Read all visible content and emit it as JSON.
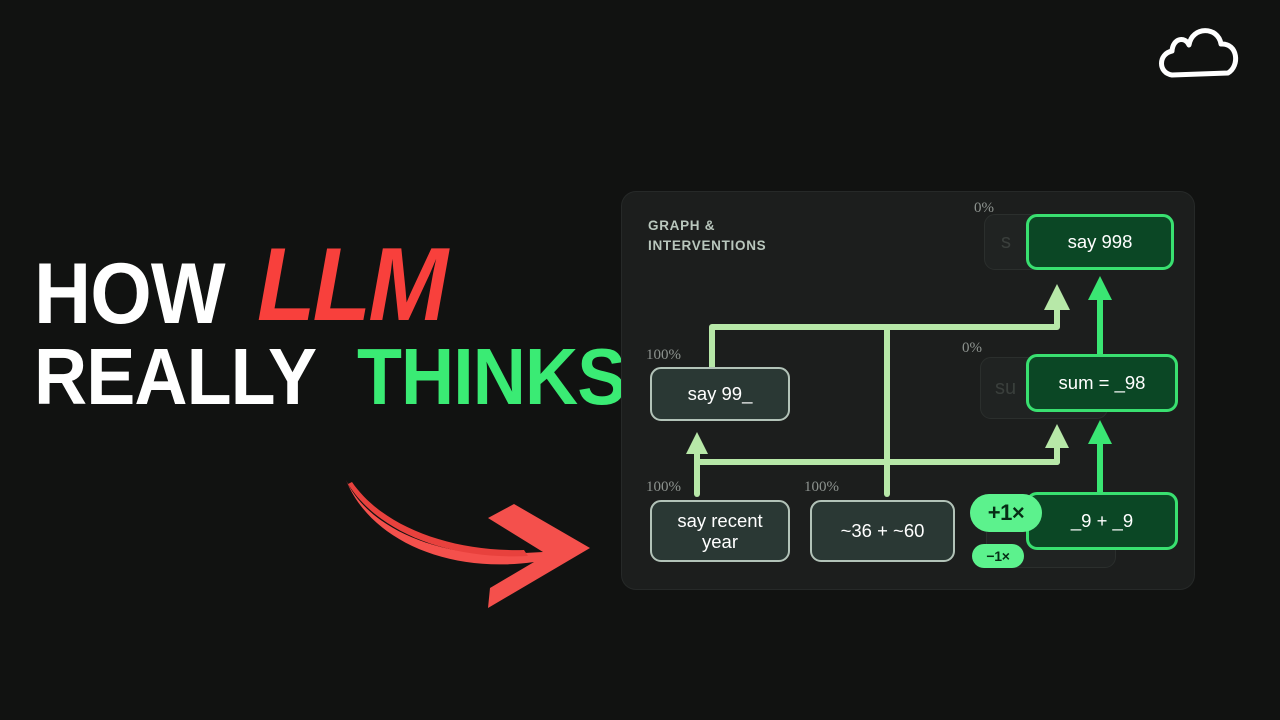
{
  "logo": {
    "icon": "cloud-icon"
  },
  "title": {
    "line1_word1": "HOW",
    "line1_word2": "LLM",
    "line2_word1": "REALLY",
    "line2_word2": "THINKS",
    "colors": {
      "white": "#ffffff",
      "red": "#f8403c",
      "green": "#3aeb74"
    }
  },
  "arrow": {
    "icon": "curved-arrow-icon",
    "color": "#f4504c"
  },
  "panel": {
    "title": "GRAPH &\nINTERVENTIONS",
    "background": "#1c1e1d",
    "edge_color": "#b7e8a8",
    "nodes": [
      {
        "id": "say-99",
        "label": "say 99_",
        "state": "dim",
        "pct": "100%"
      },
      {
        "id": "say-recent",
        "label": "say recent year",
        "state": "dim",
        "pct": "100%"
      },
      {
        "id": "sum-36-60",
        "label": "~36 + ~60",
        "state": "dim",
        "pct": "100%"
      },
      {
        "id": "say-998",
        "label": "say 998",
        "state": "bright",
        "pct": "0%"
      },
      {
        "id": "sum-eq-98",
        "label": "sum = _98",
        "state": "bright",
        "pct": "0%"
      },
      {
        "id": "nine-plus-nine",
        "label": "_9 + _9",
        "state": "bright",
        "pct": ""
      }
    ],
    "ghost_nodes": [
      {
        "id": "ghost-say",
        "label": "s"
      },
      {
        "id": "ghost-sum",
        "label": "su"
      },
      {
        "id": "ghost-nine",
        "label": ""
      }
    ],
    "interventions": [
      {
        "id": "plus-1x",
        "label": "+1×"
      },
      {
        "id": "minus-1x",
        "label": "−1×"
      }
    ]
  }
}
